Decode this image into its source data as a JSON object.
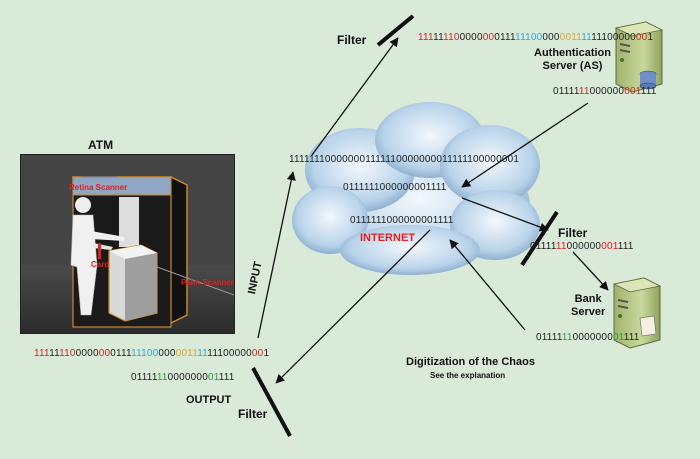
{
  "labels": {
    "atm": "ATM",
    "retina_scanner": "Retina Scanner",
    "card": "Card",
    "palm_scanner": "Palm Scanner",
    "filter_top": "Filter",
    "filter_right": "Filter",
    "filter_bottom": "Filter",
    "auth_server": "Authentication\nServer (AS)",
    "bank_server": "Bank\nServer",
    "internet": "INTERNET",
    "input": "INPUT",
    "output": "OUTPUT",
    "digitization_title": "Digitization of the Chaos",
    "digitization_sub": "See the explanation"
  },
  "bitstrings": {
    "top_colored": [
      {
        "t": "111",
        "c": "#e02020"
      },
      {
        "t": "11",
        "c": "#222222"
      },
      {
        "t": "110",
        "c": "#e02020"
      },
      {
        "t": "0000",
        "c": "#222222"
      },
      {
        "t": "00",
        "c": "#e02020"
      },
      {
        "t": "0111",
        "c": "#222222"
      },
      {
        "t": "11100",
        "c": "#29a8e0"
      },
      {
        "t": "000",
        "c": "#222222"
      },
      {
        "t": "0011",
        "c": "#f0a020"
      },
      {
        "t": "11",
        "c": "#29a8e0"
      },
      {
        "t": "11100000",
        "c": "#222222"
      },
      {
        "t": "00",
        "c": "#e02020"
      },
      {
        "t": "1",
        "c": "#222222"
      }
    ],
    "bottom_colored": [
      {
        "t": "111",
        "c": "#e02020"
      },
      {
        "t": "11",
        "c": "#222222"
      },
      {
        "t": "110",
        "c": "#e02020"
      },
      {
        "t": "0000",
        "c": "#222222"
      },
      {
        "t": "00",
        "c": "#e02020"
      },
      {
        "t": "0111",
        "c": "#222222"
      },
      {
        "t": "11100",
        "c": "#29a8e0"
      },
      {
        "t": "000",
        "c": "#222222"
      },
      {
        "t": "0011",
        "c": "#f0a020"
      },
      {
        "t": "11",
        "c": "#29a8e0"
      },
      {
        "t": "11100000",
        "c": "#222222"
      },
      {
        "t": "00",
        "c": "#e02020"
      },
      {
        "t": "1",
        "c": "#222222"
      }
    ],
    "as_filtered": [
      {
        "t": "01111",
        "c": "#222222"
      },
      {
        "t": "11",
        "c": "#e02020"
      },
      {
        "t": "000000",
        "c": "#222222"
      },
      {
        "t": "001",
        "c": "#e02020"
      },
      {
        "t": "111",
        "c": "#222222"
      }
    ],
    "right_filtered": [
      {
        "t": "01111",
        "c": "#222222"
      },
      {
        "t": "11",
        "c": "#e02020"
      },
      {
        "t": "000000",
        "c": "#222222"
      },
      {
        "t": "001",
        "c": "#e02020"
      },
      {
        "t": "111",
        "c": "#222222"
      }
    ],
    "bank_green": [
      {
        "t": "01111",
        "c": "#222222"
      },
      {
        "t": "11",
        "c": "#22a040"
      },
      {
        "t": "0000000",
        "c": "#222222"
      },
      {
        "t": "01",
        "c": "#22a040"
      },
      {
        "t": "111",
        "c": "#222222"
      }
    ],
    "output_green": [
      {
        "t": "01111",
        "c": "#222222"
      },
      {
        "t": "11",
        "c": "#22a040"
      },
      {
        "t": "0000000",
        "c": "#222222"
      },
      {
        "t": "01",
        "c": "#22a040"
      },
      {
        "t": "111",
        "c": "#222222"
      }
    ],
    "input_long": "111111100000001111110000000011111100000001",
    "cloud_1": "0111111000000001111",
    "cloud_2": "0111111000000001111"
  },
  "colors": {
    "background": "#d9ead9",
    "internet_label": "#e02020",
    "server_body": "#b8c98a"
  }
}
